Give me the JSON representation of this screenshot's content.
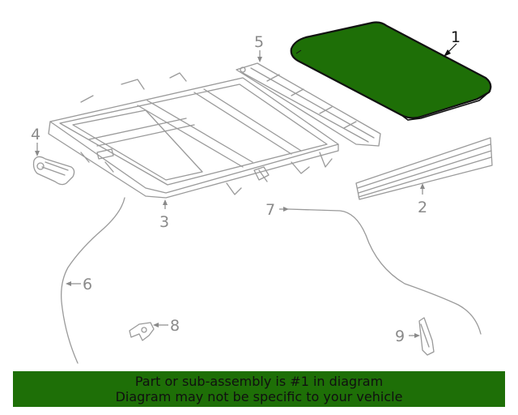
{
  "diagram": {
    "callouts": [
      {
        "id": "1",
        "label": "1",
        "highlighted": true,
        "part": "sunroof glass"
      },
      {
        "id": "2",
        "label": "2",
        "highlighted": false,
        "part": "deflector strip"
      },
      {
        "id": "3",
        "label": "3",
        "highlighted": false,
        "part": "sunroof frame"
      },
      {
        "id": "4",
        "label": "4",
        "highlighted": false,
        "part": "motor"
      },
      {
        "id": "5",
        "label": "5",
        "highlighted": false,
        "part": "rail"
      },
      {
        "id": "6",
        "label": "6",
        "highlighted": false,
        "part": "drain hose"
      },
      {
        "id": "7",
        "label": "7",
        "highlighted": false,
        "part": "drain hose"
      },
      {
        "id": "8",
        "label": "8",
        "highlighted": false,
        "part": "connector"
      },
      {
        "id": "9",
        "label": "9",
        "highlighted": false,
        "part": "clip"
      }
    ],
    "highlight_color": "#1e6f07",
    "line_color": "#9a9a9a"
  },
  "banner": {
    "line1": "Part or sub-assembly is #1 in diagram",
    "line2": "Diagram may not be specific to your vehicle",
    "background": "#1e6f07"
  }
}
